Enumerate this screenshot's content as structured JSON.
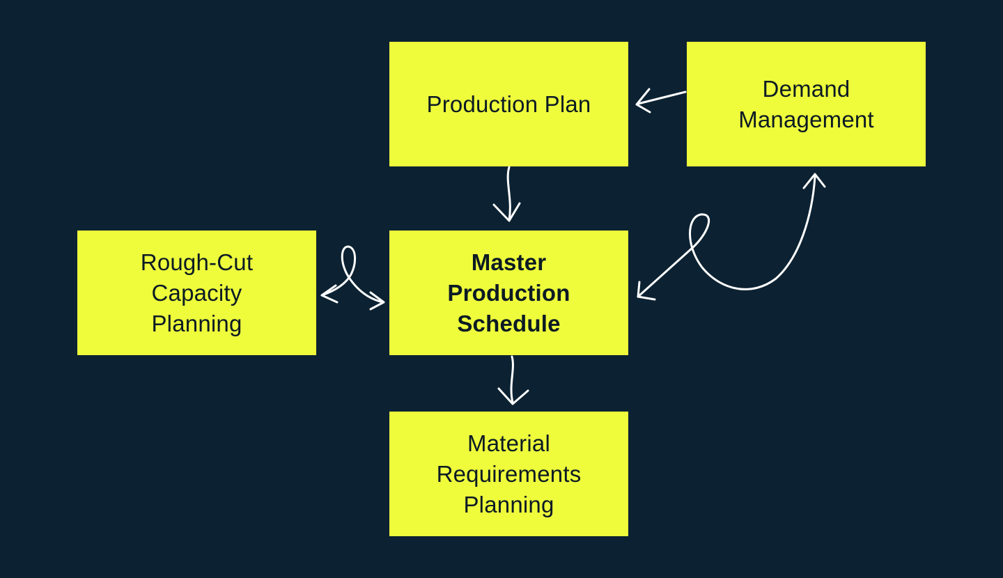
{
  "diagram": {
    "nodes": {
      "production_plan": "Production Plan",
      "demand_management": "Demand\nManagement",
      "master_production_schedule": "Master\nProduction\nSchedule",
      "rough_cut_capacity_planning": "Rough-Cut\nCapacity\nPlanning",
      "material_requirements_planning": "Material\nRequirements\nPlanning"
    },
    "colors": {
      "background": "#0c2232",
      "node_fill": "#eefc3c",
      "node_text": "#0c1a24",
      "arrow": "#ffffff"
    },
    "edges": [
      {
        "from": "demand_management",
        "to": "production_plan",
        "direction": "one-way"
      },
      {
        "from": "production_plan",
        "to": "master_production_schedule",
        "direction": "one-way"
      },
      {
        "from": "master_production_schedule",
        "to": "demand_management",
        "direction": "two-way"
      },
      {
        "from": "rough_cut_capacity_planning",
        "to": "master_production_schedule",
        "direction": "two-way"
      },
      {
        "from": "master_production_schedule",
        "to": "material_requirements_planning",
        "direction": "one-way"
      }
    ]
  }
}
